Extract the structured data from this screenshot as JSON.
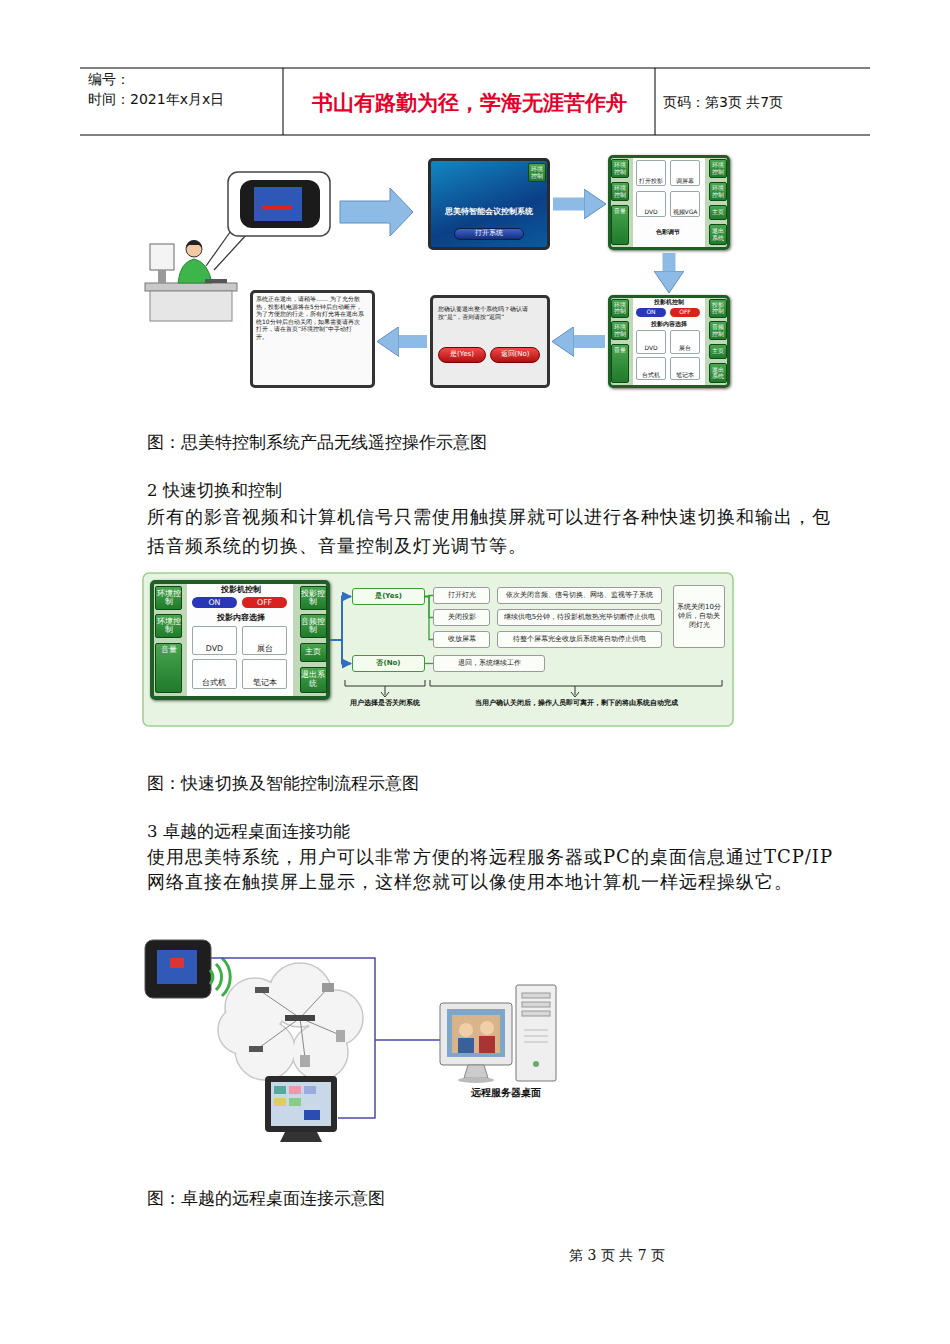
{
  "diagram": {
    "nodes": [
      {
        "text": [
          "环境控制",
          "思美特智能会议控制系统",
          "打开系统"
        ]
      },
      {
        "text": [
          "环境控制",
          "环境控制",
          "音量",
          "打开投影",
          "调屏幕",
          "DVD",
          "视频VGA",
          "色彩调节",
          "环境控制",
          "环境控制",
          "主页",
          "退出系统"
        ]
      },
      {
        "text": [
          "环境控制",
          "环境控制",
          "音量",
          "投影机控制",
          "ON",
          "OFF",
          "投影内容选择",
          "DVD",
          "展台",
          "台式机",
          "笔记本",
          "投影控制",
          "音频控制",
          "主页",
          "退出系统"
        ]
      },
      {
        "text": [
          "您确认要退出整个系统吗？确认请按“是”，否则请按“返回”",
          "是(Yes)",
          "返回(No)"
        ]
      },
      {
        "text": [
          "系统正在退出，请稍等…… 为了充分散热，投影机电源将在5分钟后自动断开，为了方便您的行走，所有灯光将在退出系统10分钟后自动关闭，如果需要请再次打开，请在首页“环境控制”中手动打开。"
        ]
      },
      {
        "text": [
          "环境控制",
          "环境控制",
          "音量",
          "投影机控制",
          "ON",
          "OFF",
          "投影内容选择",
          "DVD",
          "展台",
          "台式机",
          "笔记本",
          "投影控制",
          "音频控制",
          "主页",
          "退出系统"
        ]
      },
      {
        "text": [
          "是(Yes)"
        ]
      },
      {
        "text": [
          "否(No)"
        ]
      },
      {
        "text": [
          "打开灯光"
        ]
      },
      {
        "text": [
          "依次关闭音频、信号切换、网络、监视等子系统"
        ]
      },
      {
        "text": [
          "关闭投影"
        ]
      },
      {
        "text": [
          "继续供电5分钟，待投影机散热完毕切断停止供电"
        ]
      },
      {
        "text": [
          "收放屏幕"
        ]
      },
      {
        "text": [
          "待整个屏幕完全收放后系统将自动停止供电"
        ]
      },
      {
        "text": [
          "系统关闭10分钟后，自动关闭灯光"
        ]
      },
      {
        "text": [
          "退回，系统继续工作"
        ]
      }
    ],
    "edges": [
      {
        "from": 0,
        "to": 1,
        "arrow": "to"
      },
      {
        "from": 1,
        "to": 2,
        "arrow": "to"
      },
      {
        "from": 2,
        "to": 3,
        "arrow": "to"
      },
      {
        "from": 3,
        "to": 4,
        "arrow": "to"
      },
      {
        "from": 5,
        "to": 6,
        "arrow": "to"
      },
      {
        "from": 5,
        "to": 7,
        "arrow": "to"
      },
      {
        "from": 6,
        "to": 8,
        "arrow": "none"
      },
      {
        "from": 6,
        "to": 10,
        "arrow": "none"
      },
      {
        "from": 6,
        "to": 12,
        "arrow": "none"
      },
      {
        "from": 7,
        "to": 15,
        "arrow": "none"
      }
    ],
    "labels": [
      "编号：",
      "时间：2021年x月x日",
      "书山有路勤为径，学海无涯苦作舟",
      "页码：第3页 共7页",
      "图：思美特控制系统产品无线遥控操作示意图",
      "2 快速切换和控制",
      "所有的影音视频和计算机信号只需使用触摸屏就可以进行各种快速切换和输出，包括音频系统的切换、音量控制及灯光调节等。",
      "用户选择是否关闭系统",
      "当用户确认关闭后，操作人员即可离开，剩下的将由系统自动完成",
      "图：快速切换及智能控制流程示意图",
      "3 卓越的远程桌面连接功能",
      "使用思美特系统，用户可以非常方便的将远程服务器或PC的桌面信息通过TCP/IP网络直接在触摸屏上显示，这样您就可以像使用本地计算机一样远程操纵它。",
      "远程服务器桌面",
      "图：卓越的远程桌面连接示意图",
      "第 3 页 共 7 页"
    ]
  }
}
